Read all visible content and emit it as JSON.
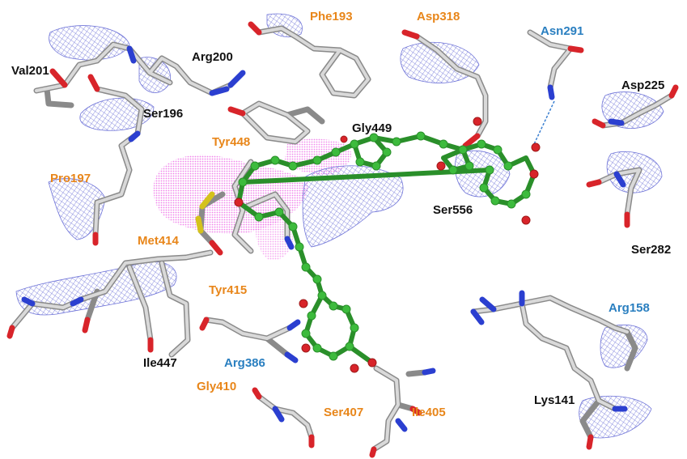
{
  "colors": {
    "black_label": "#111111",
    "orange_label": "#e8861a",
    "blue_label": "#2a7fc0",
    "ligand": "#3dbb3d",
    "ligand_dark": "#2a8f2a",
    "protein_stick": "#c8c8c8",
    "protein_stick_edge": "#8a8a8a",
    "oxygen": "#d8242a",
    "nitrogen": "#2b3fd0",
    "sulfur": "#d4c21c",
    "mesh": "#6f74d8",
    "density_cloud": "#ee6ee8",
    "hbond": "#3b7fd0"
  },
  "residues": [
    {
      "id": "val201",
      "text": "Val201",
      "color": "black"
    },
    {
      "id": "arg200",
      "text": "Arg200",
      "color": "black"
    },
    {
      "id": "phe193",
      "text": "Phe193",
      "color": "orange"
    },
    {
      "id": "asp318",
      "text": "Asp318",
      "color": "orange"
    },
    {
      "id": "asn291",
      "text": "Asn291",
      "color": "blue"
    },
    {
      "id": "asp225",
      "text": "Asp225",
      "color": "black"
    },
    {
      "id": "ser196",
      "text": "Ser196",
      "color": "black"
    },
    {
      "id": "gly449",
      "text": "Gly449",
      "color": "black"
    },
    {
      "id": "tyr448",
      "text": "Tyr448",
      "color": "orange"
    },
    {
      "id": "pro197",
      "text": "Pro197",
      "color": "orange"
    },
    {
      "id": "ser556",
      "text": "Ser556",
      "color": "black"
    },
    {
      "id": "met414",
      "text": "Met414",
      "color": "orange"
    },
    {
      "id": "ser282",
      "text": "Ser282",
      "color": "black"
    },
    {
      "id": "tyr415",
      "text": "Tyr415",
      "color": "orange"
    },
    {
      "id": "arg158",
      "text": "Arg158",
      "color": "blue"
    },
    {
      "id": "ile447",
      "text": "Ile447",
      "color": "black"
    },
    {
      "id": "arg386",
      "text": "Arg386",
      "color": "blue"
    },
    {
      "id": "gly410",
      "text": "Gly410",
      "color": "orange"
    },
    {
      "id": "lys141",
      "text": "Lys141",
      "color": "black"
    },
    {
      "id": "ser407",
      "text": "Ser407",
      "color": "orange"
    },
    {
      "id": "ile405",
      "text": "Ile405",
      "color": "orange"
    }
  ]
}
